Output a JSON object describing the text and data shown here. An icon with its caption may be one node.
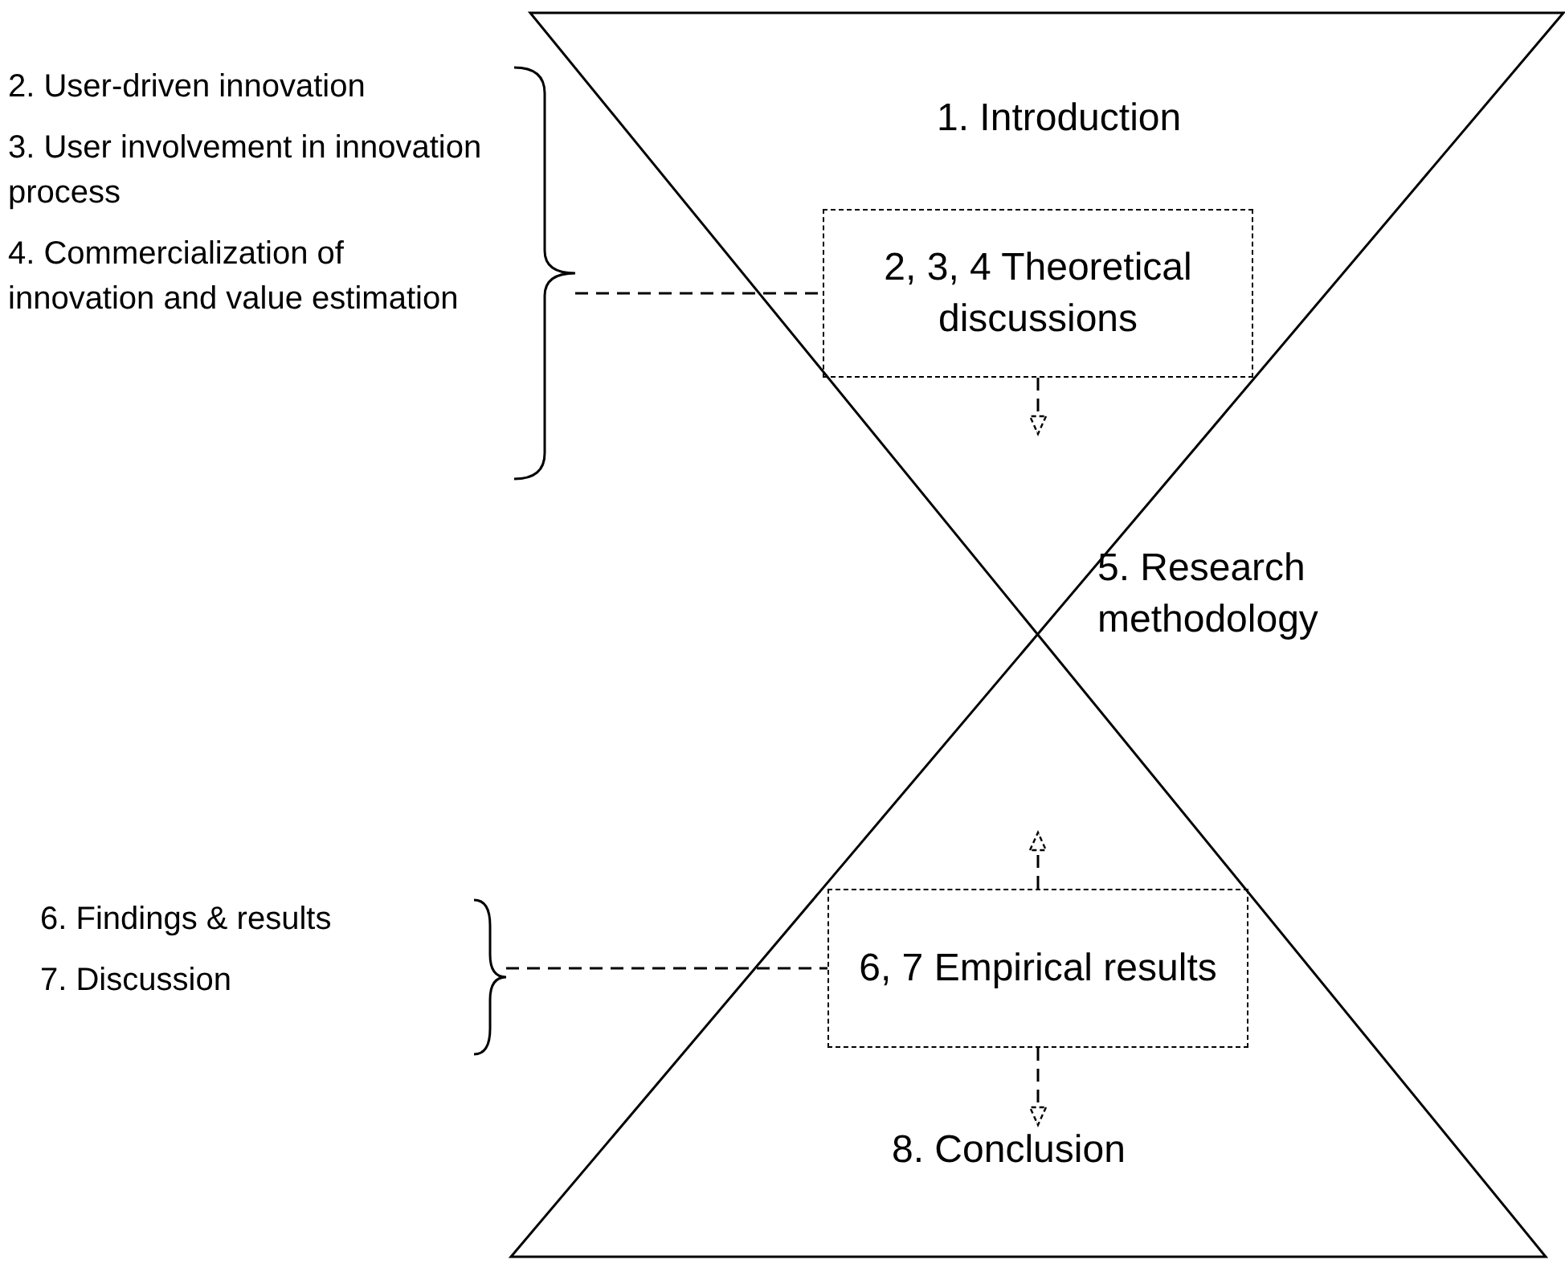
{
  "diagram": {
    "nodes": [
      {
        "text": [
          "2. User-driven innovation",
          "3. User involvement in innovation process",
          "4. Commercialization of innovation and value estimation"
        ]
      },
      {
        "text": [
          "2, 3, 4 Theoretical discussions"
        ]
      },
      {
        "text": [
          "6. Findings & results",
          "7. Discussion"
        ]
      },
      {
        "text": [
          "6, 7 Empirical results"
        ]
      },
      {
        "text": [
          "8. Conclusion"
        ]
      }
    ],
    "edges": [
      {
        "from": 0,
        "to": 1,
        "arrow": "none",
        "style": "dashed"
      },
      {
        "from": 1,
        "to": null,
        "arrow": "to",
        "style": "dashed"
      },
      {
        "from": 2,
        "to": 3,
        "arrow": "none",
        "style": "dashed"
      },
      {
        "from": 3,
        "to": null,
        "arrow": "to",
        "style": "dashed"
      },
      {
        "from": 3,
        "to": 4,
        "arrow": "to",
        "style": "dashed"
      }
    ],
    "labels": [
      "1. Introduction",
      "5. Research methodology"
    ]
  }
}
